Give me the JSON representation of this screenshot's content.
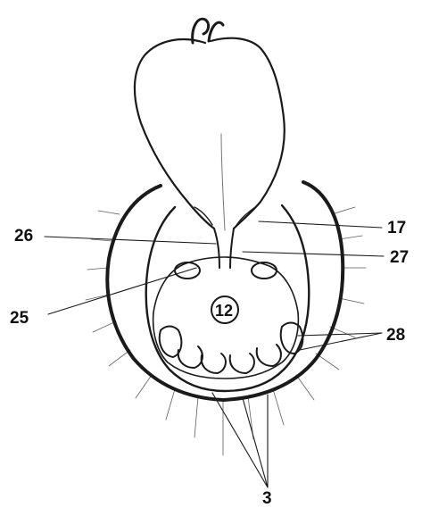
{
  "labels": {
    "l26": "26",
    "l17": "17",
    "l27": "27",
    "l25": "25",
    "l28": "28",
    "l12": "12",
    "l3": "3"
  },
  "colors": {
    "ink": "#1a1a1a",
    "background": "#ffffff"
  }
}
